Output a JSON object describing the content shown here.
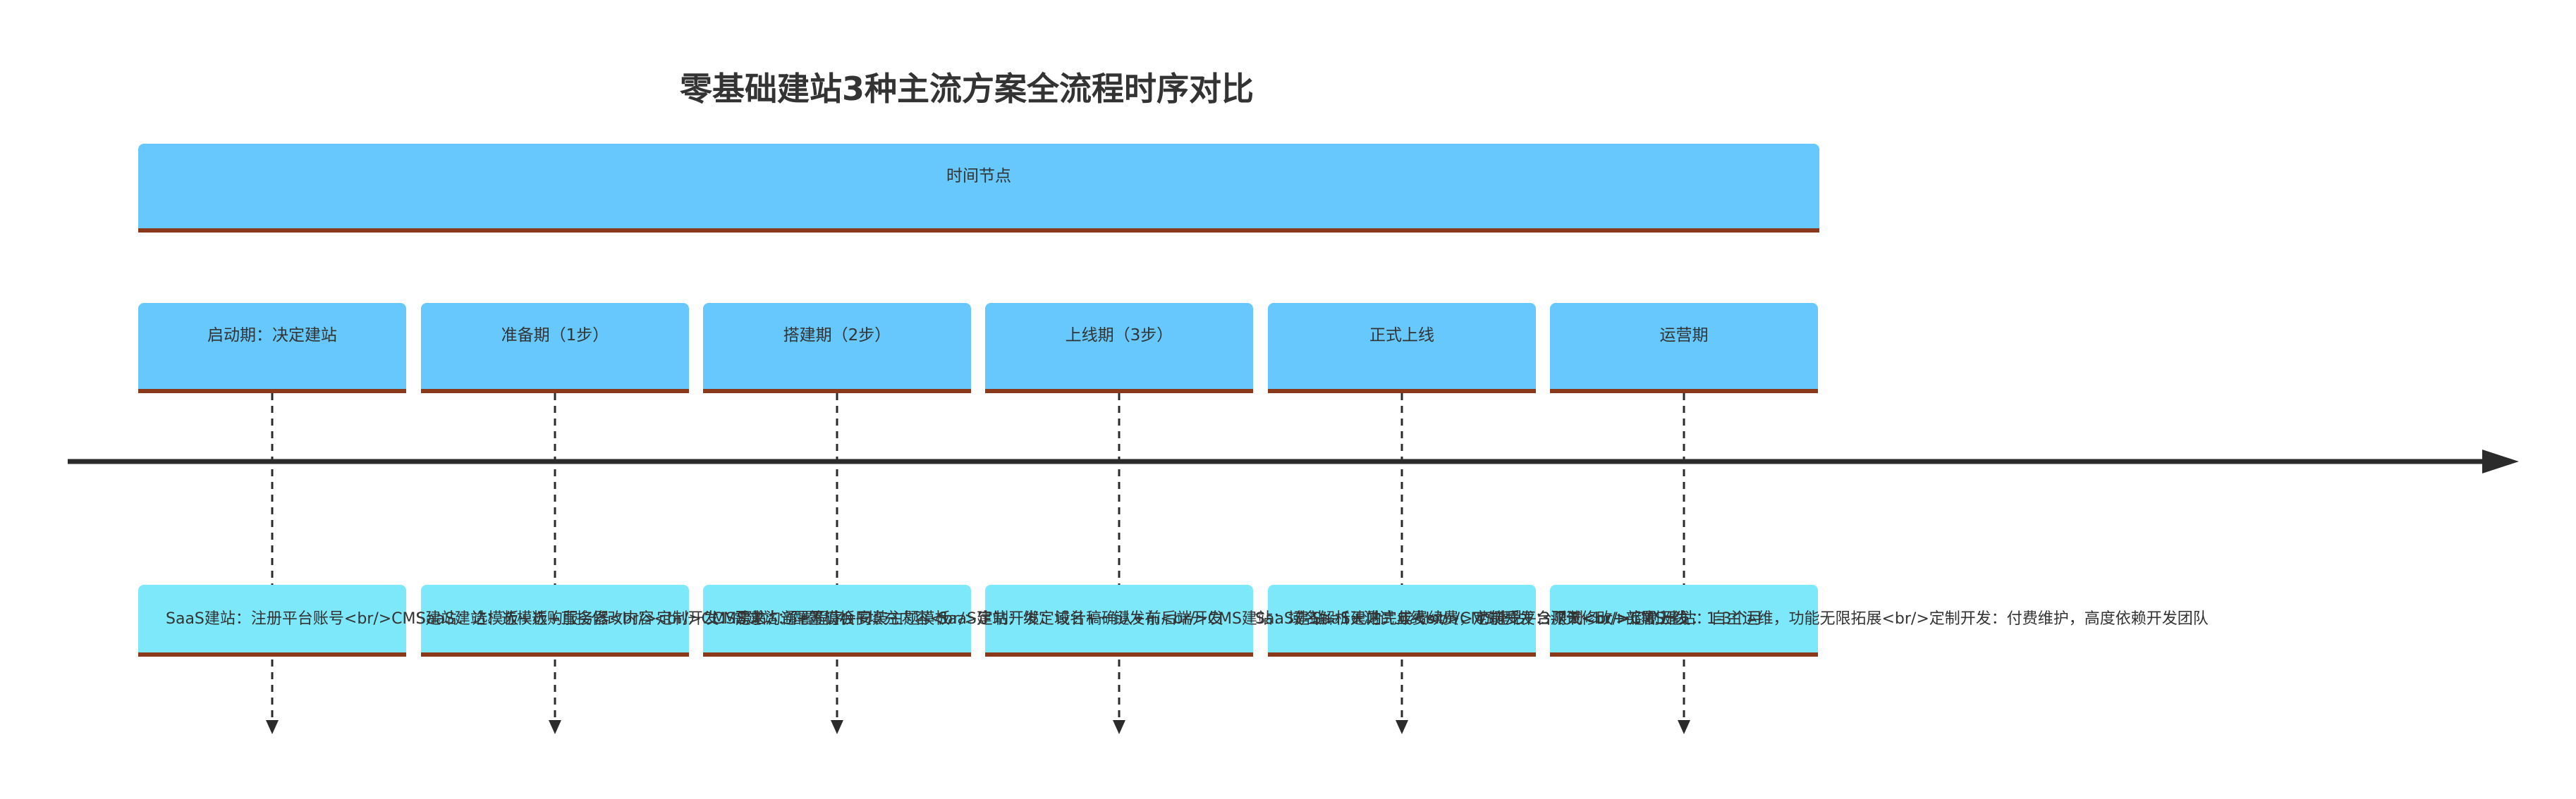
{
  "title": "零基础建站3种主流方案全流程时序对比",
  "banner": {
    "label": "时间节点"
  },
  "phases": [
    {
      "label": "启动期：决定建站"
    },
    {
      "label": "准备期（1步）"
    },
    {
      "label": "搭建期（2步）"
    },
    {
      "label": "上线期（3步）"
    },
    {
      "label": "正式上线"
    },
    {
      "label": "运营期"
    }
  ],
  "details": [
    {
      "text": "SaaS建站：注册平台账号<br/>CMS建站：选模板+选购服务器<br/>定制开发：需求沟通+签订合同"
    },
    {
      "text": "SaaS建站：选模板+直接修改内容<br/>CMS建站：部署程序+安装主题模板"
    },
    {
      "text": "CMS建站：配置模板+填充内容<br/>定制开发：设计稿确认+前后端开发"
    },
    {
      "text": "SaaS建站：绑定域名+一键发布<br/>CMS建站：域名解析+测试上线<br/>定制开发：测试修改+部署上线"
    },
    {
      "text": "SaaS建站：1天内完成<br/>CMS建站：3-7天<br/>定制开发：1-3个月"
    },
    {
      "text": "SaaS建站：年费续费，功能受平台限制<br/>CMS建站：自主运维，功能无限拓展<br/>定制开发：付费维护，高度依赖开发团队"
    }
  ],
  "colors": {
    "header_fill": "#66c8fc",
    "card_fill": "#7ee8fb",
    "underline": "#8a3a1b",
    "timeline": "#2b2b2b",
    "text": "#333333"
  }
}
